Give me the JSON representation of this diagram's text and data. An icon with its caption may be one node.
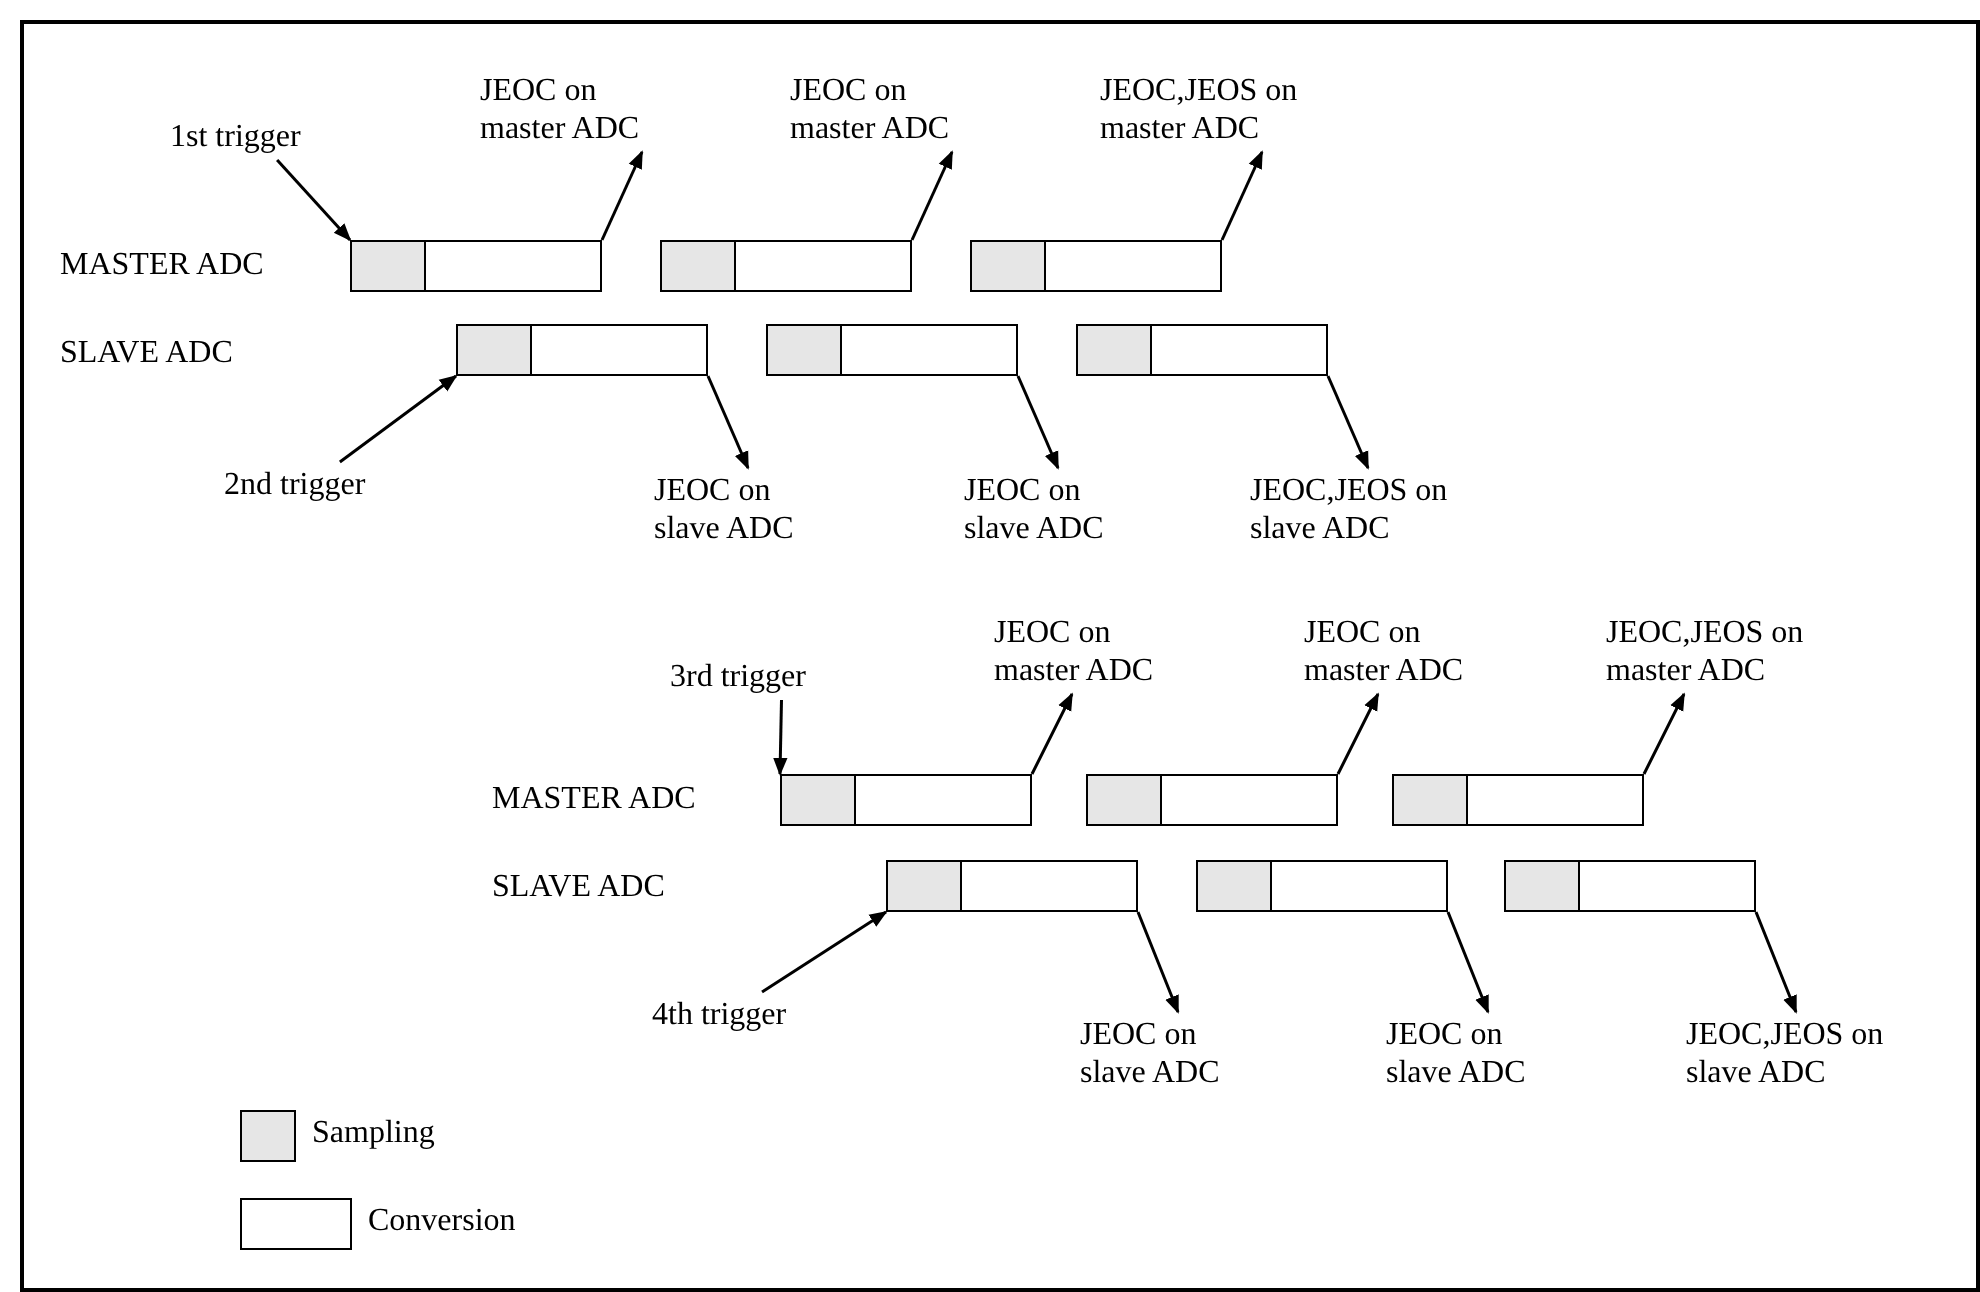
{
  "diagram": {
    "nodes": [
      {
        "text": [
          "1st trigger"
        ]
      },
      {
        "text": [
          "JEOC on master ADC"
        ]
      },
      {
        "text": [
          "JEOC on master ADC"
        ]
      },
      {
        "text": [
          "JEOC,JEOS on master ADC"
        ]
      },
      {
        "text": [],
        "shape": "bar"
      },
      {
        "text": [],
        "shape": "bar"
      },
      {
        "text": [],
        "shape": "bar"
      },
      {
        "text": [],
        "shape": "bar"
      },
      {
        "text": [],
        "shape": "bar"
      },
      {
        "text": [],
        "shape": "bar"
      },
      {
        "text": [
          "2nd trigger"
        ]
      },
      {
        "text": [
          "JEOC on slave ADC"
        ]
      },
      {
        "text": [
          "JEOC on slave ADC"
        ]
      },
      {
        "text": [
          "JEOC,JEOS on slave ADC"
        ]
      },
      {
        "text": [
          "3rd trigger"
        ]
      },
      {
        "text": [
          "JEOC on master ADC"
        ]
      },
      {
        "text": [
          "JEOC on master ADC"
        ]
      },
      {
        "text": [
          "JEOC,JEOS on master ADC"
        ]
      },
      {
        "text": [],
        "shape": "bar"
      },
      {
        "text": [],
        "shape": "bar"
      },
      {
        "text": [],
        "shape": "bar"
      },
      {
        "text": [],
        "shape": "bar"
      },
      {
        "text": [],
        "shape": "bar"
      },
      {
        "text": [],
        "shape": "bar"
      },
      {
        "text": [
          "4th trigger"
        ]
      },
      {
        "text": [
          "JEOC on slave ADC"
        ]
      },
      {
        "text": [
          "JEOC on slave ADC"
        ]
      },
      {
        "text": [
          "JEOC,JEOS on slave ADC"
        ]
      }
    ],
    "edges": [
      {
        "from": 0,
        "to": 4,
        "arrow": "to"
      },
      {
        "from": 4,
        "to": 1,
        "arrow": "to"
      },
      {
        "from": 5,
        "to": 2,
        "arrow": "to"
      },
      {
        "from": 6,
        "to": 3,
        "arrow": "to"
      },
      {
        "from": 10,
        "to": 7,
        "arrow": "to"
      },
      {
        "from": 7,
        "to": 11,
        "arrow": "to"
      },
      {
        "from": 8,
        "to": 12,
        "arrow": "to"
      },
      {
        "from": 9,
        "to": 13,
        "arrow": "to"
      },
      {
        "from": 14,
        "to": 18,
        "arrow": "to"
      },
      {
        "from": 18,
        "to": 15,
        "arrow": "to"
      },
      {
        "from": 19,
        "to": 16,
        "arrow": "to"
      },
      {
        "from": 20,
        "to": 17,
        "arrow": "to"
      },
      {
        "from": 24,
        "to": 21,
        "arrow": "to"
      },
      {
        "from": 21,
        "to": 25,
        "arrow": "to"
      },
      {
        "from": 22,
        "to": 26,
        "arrow": "to"
      },
      {
        "from": 23,
        "to": 27,
        "arrow": "to"
      }
    ],
    "labels": [
      "MASTER ADC",
      "SLAVE ADC",
      "MASTER ADC",
      "SLAVE ADC"
    ],
    "legend": [
      {
        "text": "Sampling",
        "color": "#e6e6e6"
      },
      {
        "text": "Conversion",
        "color": "#ffffff"
      }
    ]
  }
}
